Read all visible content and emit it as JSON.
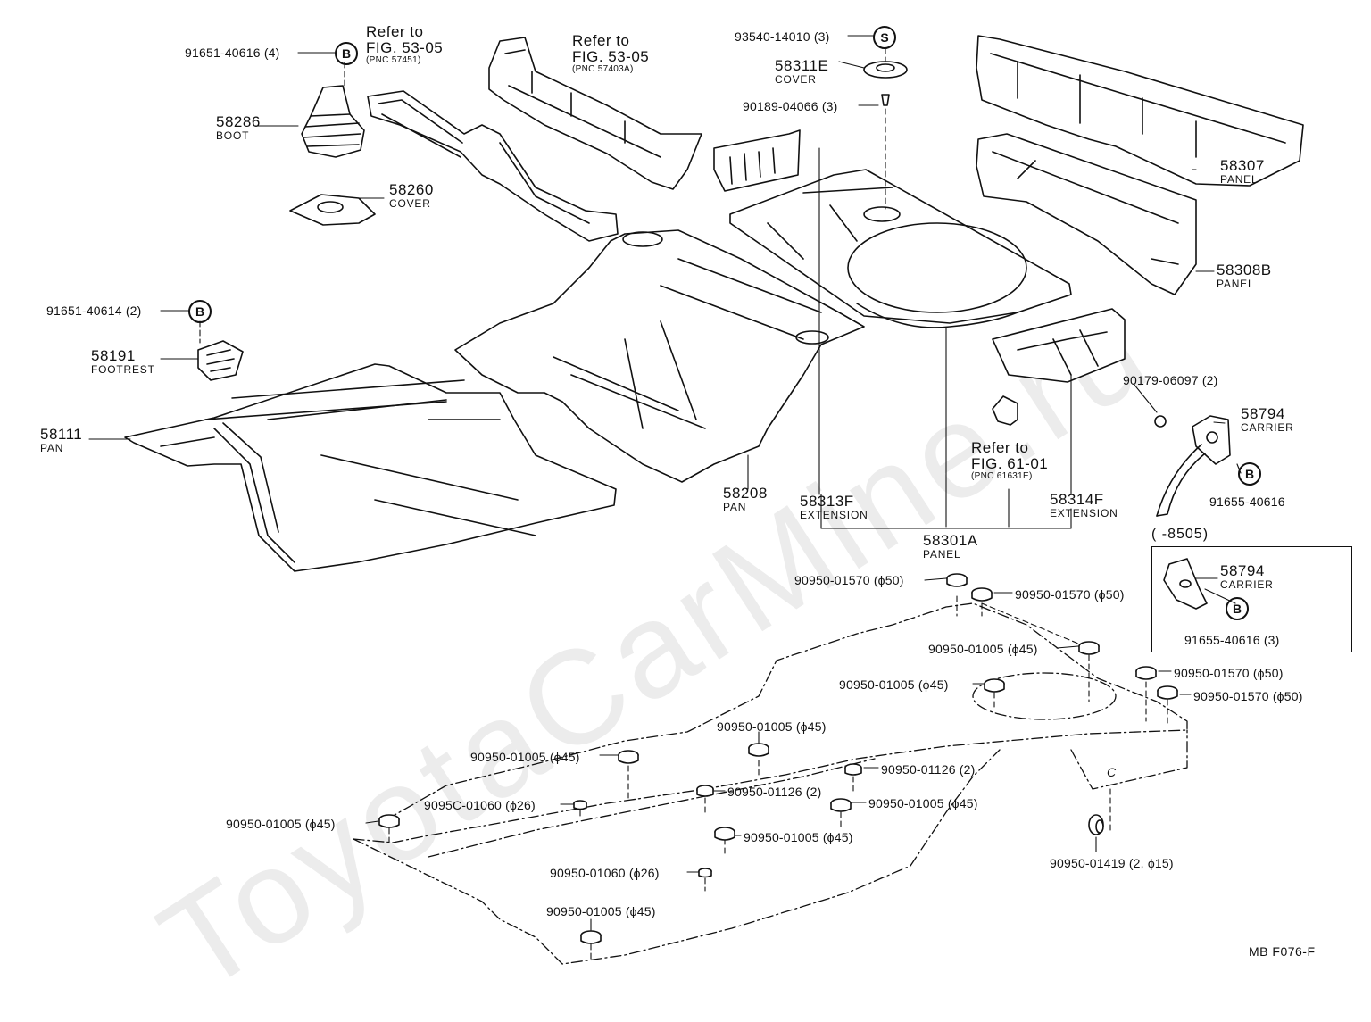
{
  "watermark": "ToyotaCarMine.ru",
  "diagram_code": "MB  F076-F",
  "inset_range": "(      -8505)",
  "labels": {
    "p91651_40616": "91651-40616 (4)",
    "p91651_40614": "91651-40614 (2)",
    "p93540_14010": "93540-14010 (3)",
    "p90189_04066": "90189-04066 (3)",
    "p90179_06097": "90179-06097 (2)",
    "p91655_40616": "91655-40616",
    "p91655_40616_3": "91655-40616 (3)",
    "p58286": {
      "pn": "58286",
      "name": "BOOT"
    },
    "p58260": {
      "pn": "58260",
      "name": "COVER"
    },
    "p58191": {
      "pn": "58191",
      "name": "FOOTREST"
    },
    "p58111": {
      "pn": "58111",
      "name": "PAN"
    },
    "p58208": {
      "pn": "58208",
      "name": "PAN"
    },
    "p58311E": {
      "pn": "58311E",
      "name": "COVER"
    },
    "p58307": {
      "pn": "58307",
      "name": "PANEL"
    },
    "p58308B": {
      "pn": "58308B",
      "name": "PANEL"
    },
    "p58794a": {
      "pn": "58794",
      "name": "CARRIER"
    },
    "p58794b": {
      "pn": "58794",
      "name": "CARRIER"
    },
    "p58313F": {
      "pn": "58313F",
      "name": "EXTENSION"
    },
    "p58314F": {
      "pn": "58314F",
      "name": "EXTENSION"
    },
    "p58301A": {
      "pn": "58301A",
      "name": "PANEL"
    }
  },
  "refs": {
    "r1": {
      "l1": "Refer to",
      "l2": "FIG. 53-05",
      "pnc": "(PNC 57451)"
    },
    "r2": {
      "l1": "Refer to",
      "l2": "FIG. 53-05",
      "pnc": "(PNC 57403A)"
    },
    "r3": {
      "l1": "Refer to",
      "l2": "FIG. 61-01",
      "pnc": "(PNC 61631E)"
    }
  },
  "plugs": {
    "a": "90950-01570 (ϕ50)",
    "b": "90950-01570 (ϕ50)",
    "c": "90950-01005 (ϕ45)",
    "d": "90950-01570 (ϕ50)",
    "e": "90950-01005 (ϕ45)",
    "f": "90950-01570 (ϕ50)",
    "g": "90950-01005 (ϕ45)",
    "h": "90950-01005 (ϕ45)",
    "i": "90950-01126 (2)",
    "j": "9095C-01060 (ϕ26)",
    "k": "90950-01126 (2)",
    "l": "90950-01005 (ϕ45)",
    "m": "90950-01005 (ϕ45)",
    "n": "90950-01005 (ϕ45)",
    "o": "90950-01419 (2, ϕ15)",
    "p": "90950-01060 (ϕ26)",
    "q": "90950-01005 (ϕ45)"
  },
  "symbols": {
    "bolt": "B",
    "screw": "S",
    "c_mark": "C"
  }
}
